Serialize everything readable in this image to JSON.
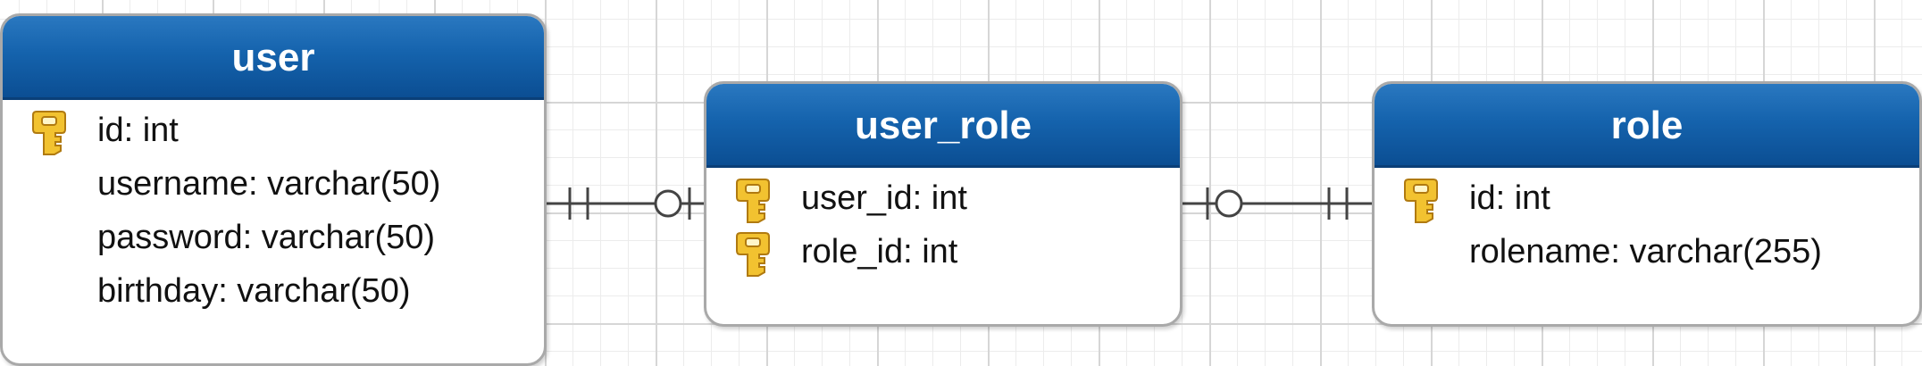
{
  "entities": [
    {
      "name": "user",
      "attributes": [
        {
          "text": "id: int",
          "key": true
        },
        {
          "text": "username: varchar(50)",
          "key": false
        },
        {
          "text": "password: varchar(50)",
          "key": false
        },
        {
          "text": "birthday: varchar(50)",
          "key": false
        }
      ]
    },
    {
      "name": "user_role",
      "attributes": [
        {
          "text": "user_id: int",
          "key": true
        },
        {
          "text": "role_id: int",
          "key": true
        }
      ]
    },
    {
      "name": "role",
      "attributes": [
        {
          "text": "id: int",
          "key": true
        },
        {
          "text": "rolename: varchar(255)",
          "key": false
        }
      ]
    }
  ],
  "relationships": [
    {
      "from": "user",
      "to": "user_role",
      "from_cardinality": "exactly-one",
      "to_cardinality": "zero-or-one"
    },
    {
      "from": "user_role",
      "to": "role",
      "from_cardinality": "zero-or-one",
      "to_cardinality": "exactly-one"
    }
  ],
  "colors": {
    "header_top": "#2a78c0",
    "header_bottom": "#0b4e93",
    "border": "#a9a9a9",
    "key_fill": "#f2c230",
    "key_stroke": "#b07a10",
    "line": "#444444"
  }
}
